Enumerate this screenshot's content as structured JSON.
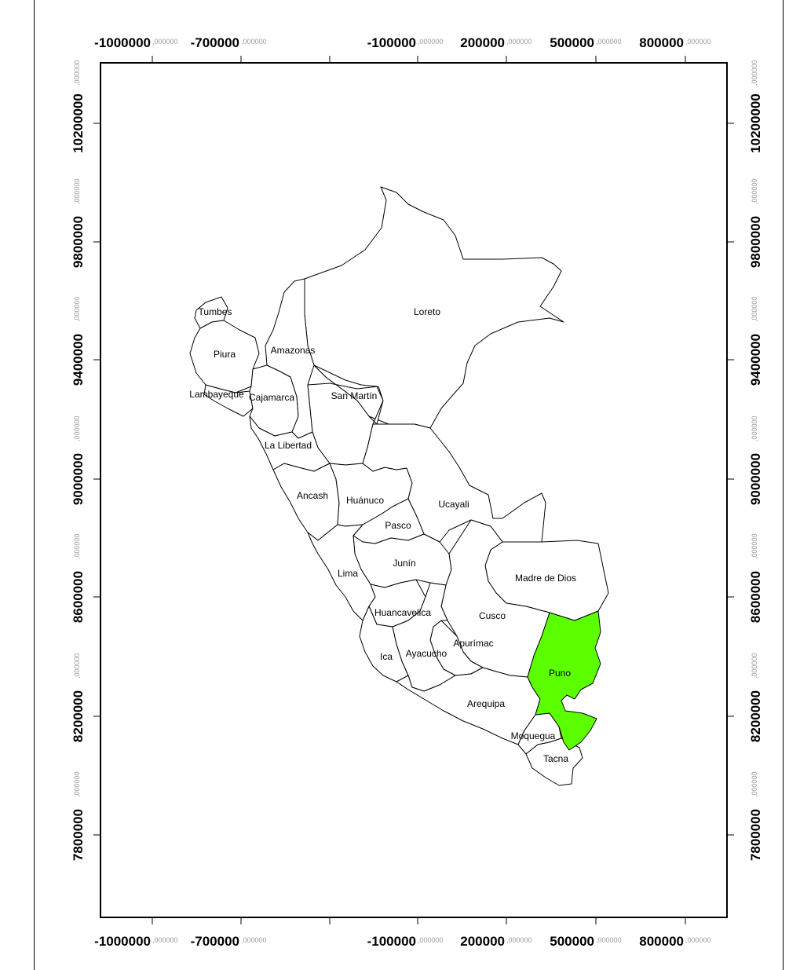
{
  "map": {
    "highlight_color": "#5cff00",
    "border_color": "#000000",
    "background_color": "#ffffff",
    "x_ticks": [
      {
        "major": "-1000000",
        "minor": ",000000"
      },
      {
        "major": "-700000",
        "minor": ",000000"
      },
      {
        "major": "-100000",
        "minor": ",000000"
      },
      {
        "major": "200000",
        "minor": ",000000"
      },
      {
        "major": "500000",
        "minor": ",000000"
      },
      {
        "major": "800000",
        "minor": ",000000"
      }
    ],
    "y_ticks": [
      {
        "major": "10200000",
        "minor": ",000000"
      },
      {
        "major": "9800000",
        "minor": ",000000"
      },
      {
        "major": "9400000",
        "minor": ",000000"
      },
      {
        "major": "9000000",
        "minor": ",000000"
      },
      {
        "major": "8600000",
        "minor": ",000000"
      },
      {
        "major": "8200000",
        "minor": ",000000"
      },
      {
        "major": "7800000",
        "minor": ",000000"
      }
    ],
    "regions": [
      {
        "name": "Tumbes",
        "highlighted": false
      },
      {
        "name": "Piura",
        "highlighted": false
      },
      {
        "name": "Lambayeque",
        "highlighted": false
      },
      {
        "name": "Cajamarca",
        "highlighted": false
      },
      {
        "name": "Amazonas",
        "highlighted": false
      },
      {
        "name": "Loreto",
        "highlighted": false
      },
      {
        "name": "San Martín",
        "highlighted": false
      },
      {
        "name": "La Libertad",
        "highlighted": false
      },
      {
        "name": "Ancash",
        "highlighted": false
      },
      {
        "name": "Huánuco",
        "highlighted": false
      },
      {
        "name": "Ucayali",
        "highlighted": false
      },
      {
        "name": "Pasco",
        "highlighted": false
      },
      {
        "name": "Junín",
        "highlighted": false
      },
      {
        "name": "Lima",
        "highlighted": false
      },
      {
        "name": "Madre de Dios",
        "highlighted": false
      },
      {
        "name": "Huancavelica",
        "highlighted": false
      },
      {
        "name": "Cusco",
        "highlighted": false
      },
      {
        "name": "Apurímac",
        "highlighted": false
      },
      {
        "name": "Ica",
        "highlighted": false
      },
      {
        "name": "Ayacucho",
        "highlighted": false
      },
      {
        "name": "Puno",
        "highlighted": true
      },
      {
        "name": "Arequipa",
        "highlighted": false
      },
      {
        "name": "Moquegua",
        "highlighted": false
      },
      {
        "name": "Tacna",
        "highlighted": false
      }
    ]
  }
}
